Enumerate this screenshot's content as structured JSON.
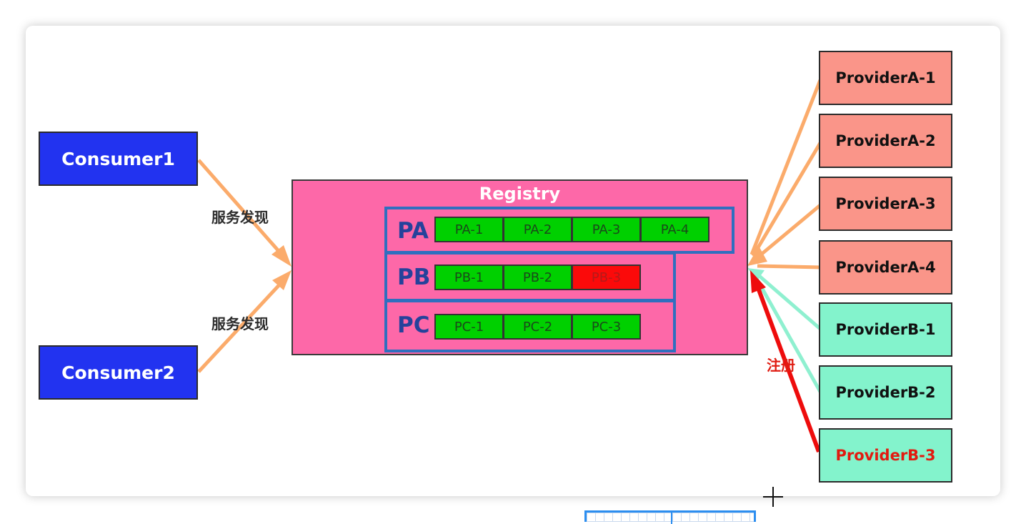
{
  "consumers": [
    {
      "label": "Consumer1"
    },
    {
      "label": "Consumer2"
    }
  ],
  "edge_labels": {
    "discovery_1": "服务发现",
    "discovery_2": "服务发现",
    "register": "注册"
  },
  "registry": {
    "title": "Registry",
    "groups": [
      {
        "label": "PA",
        "instances": [
          {
            "label": "PA-1",
            "status": "up"
          },
          {
            "label": "PA-2",
            "status": "up"
          },
          {
            "label": "PA-3",
            "status": "up"
          },
          {
            "label": "PA-4",
            "status": "up"
          }
        ]
      },
      {
        "label": "PB",
        "instances": [
          {
            "label": "PB-1",
            "status": "up"
          },
          {
            "label": "PB-2",
            "status": "up"
          },
          {
            "label": "PB-3",
            "status": "down"
          }
        ]
      },
      {
        "label": "PC",
        "instances": [
          {
            "label": "PC-1",
            "status": "up"
          },
          {
            "label": "PC-2",
            "status": "up"
          },
          {
            "label": "PC-3",
            "status": "up"
          }
        ]
      }
    ]
  },
  "providers": [
    {
      "label": "ProviderA-1"
    },
    {
      "label": "ProviderA-2"
    },
    {
      "label": "ProviderA-3"
    },
    {
      "label": "ProviderA-4"
    },
    {
      "label": "ProviderB-1"
    },
    {
      "label": "ProviderB-2"
    },
    {
      "label": "ProviderB-3"
    }
  ],
  "colors": {
    "consumer": "#2233f0",
    "registry": "#fd68a8",
    "group_border": "#2f6fbf",
    "instance_up": "#00d000",
    "instance_down": "#fb0a0a",
    "provider_a": "#fa9589",
    "provider_b": "#83f3cc",
    "arrow_discovery": "#fbab6b",
    "arrow_provider_b": "#8ff0d0",
    "arrow_register": "#ee0c0c"
  }
}
